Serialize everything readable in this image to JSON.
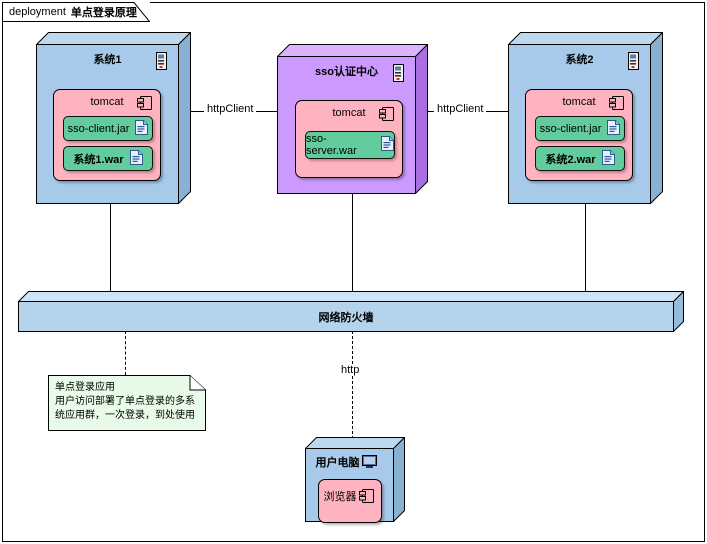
{
  "diagram": {
    "tab_keyword": "deployment",
    "tab_title": "单点登录原理"
  },
  "nodes": {
    "system1": {
      "title": "系统1",
      "icon": "server-icon",
      "component": {
        "title": "tomcat",
        "icon": "component-icon",
        "artifacts": [
          {
            "label": "sso-client.jar",
            "icon": "document-icon"
          },
          {
            "label": "系统1.war",
            "icon": "document-icon"
          }
        ]
      }
    },
    "sso": {
      "title": "sso认证中心",
      "icon": "server-icon",
      "component": {
        "title": "tomcat",
        "icon": "component-icon",
        "artifacts": [
          {
            "label": "sso-server.war",
            "icon": "document-icon"
          }
        ]
      }
    },
    "system2": {
      "title": "系统2",
      "icon": "server-icon",
      "component": {
        "title": "tomcat",
        "icon": "component-icon",
        "artifacts": [
          {
            "label": "sso-client.jar",
            "icon": "document-icon"
          },
          {
            "label": "系统2.war",
            "icon": "document-icon"
          }
        ]
      }
    },
    "firewall": {
      "title": "网络防火墙"
    },
    "client": {
      "title": "用户电脑",
      "icon": "monitor-icon",
      "component": {
        "title": "浏览器",
        "icon": "component-icon"
      }
    }
  },
  "connections": {
    "left_http_client": "httpClient",
    "right_http_client": "httpClient",
    "client_http": "http"
  },
  "note": {
    "title": "单点登录应用",
    "body": "用户访问部署了单点登录的多系\n统应用群，一次登录，到处使用",
    "full_text": "单点登录应用\n用户访问部署了单点登录的多系\n统应用群，一次登录，到处使用"
  },
  "colors": {
    "node_blue": "#a7caea",
    "node_purple": "#cc99ff",
    "component_pink": "#ffb3c1",
    "artifact_green": "#62cc9d",
    "note_green": "#e8fbe8",
    "firewall_blue": "#b5d3ea"
  }
}
